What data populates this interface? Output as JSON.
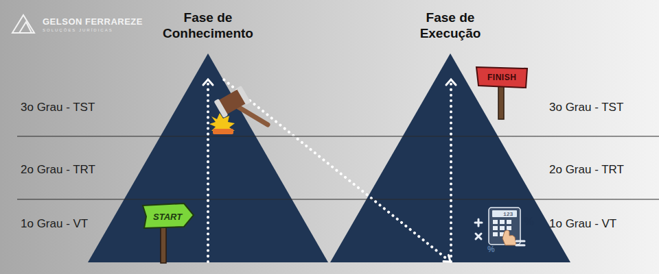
{
  "diagram": {
    "nodes": [
      {
        "text": [
          "Fase de Conhecimento"
        ]
      },
      {
        "text": [
          "Fase de Execução"
        ]
      }
    ],
    "edges": [
      {
        "from": 0,
        "to": 1,
        "arrow": "to"
      }
    ],
    "labels": [
      "GELSON FERRAREZE",
      "SOLUÇÕES JURÍDICAS",
      "3o Grau - TST",
      "2o Grau - TRT",
      "1o Grau - VT",
      "3o Grau - TST",
      "2o Grau - TRT",
      "1o Grau - VT",
      "START",
      "FINISH",
      "123",
      "%",
      "%"
    ]
  }
}
